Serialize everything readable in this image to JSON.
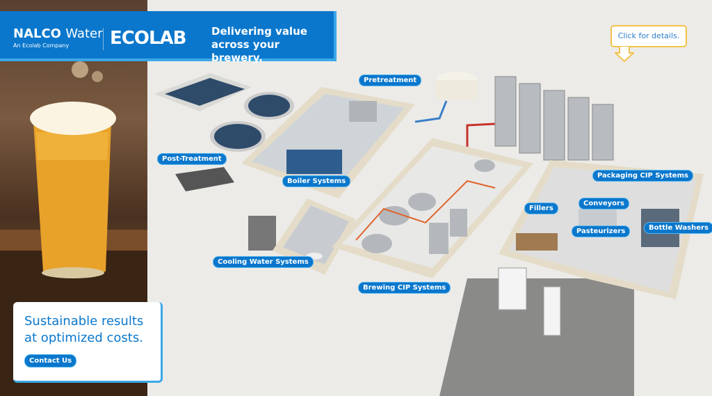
{
  "header": {
    "brand_primary": "NALCO",
    "brand_secondary": "Water",
    "brand_sub": "An Ecolab Company",
    "brand_parent": "ECOLAB",
    "tagline_line1": "Delivering value",
    "tagline_line2": "across your brewery."
  },
  "tooltip": {
    "text": "Click for details."
  },
  "card": {
    "line1": "Sustainable results",
    "line2": "at optimized costs.",
    "button": "Contact Us"
  },
  "hotspots": {
    "pretreatment": "Pretreatment",
    "post_treatment": "Post-Treatment",
    "boiler": "Boiler Systems",
    "cooling": "Cooling Water Systems",
    "brewing_cip": "Brewing CIP Systems",
    "packaging_cip": "Packaging CIP Systems",
    "fillers": "Fillers",
    "conveyors": "Conveyors",
    "pasteurizers": "Pasteurizers",
    "bottle_washers": "Bottle Washers"
  },
  "colors": {
    "brand_blue": "#0a77cc",
    "accent_light_blue": "#3aa8e8",
    "tooltip_border": "#f3c24a"
  }
}
